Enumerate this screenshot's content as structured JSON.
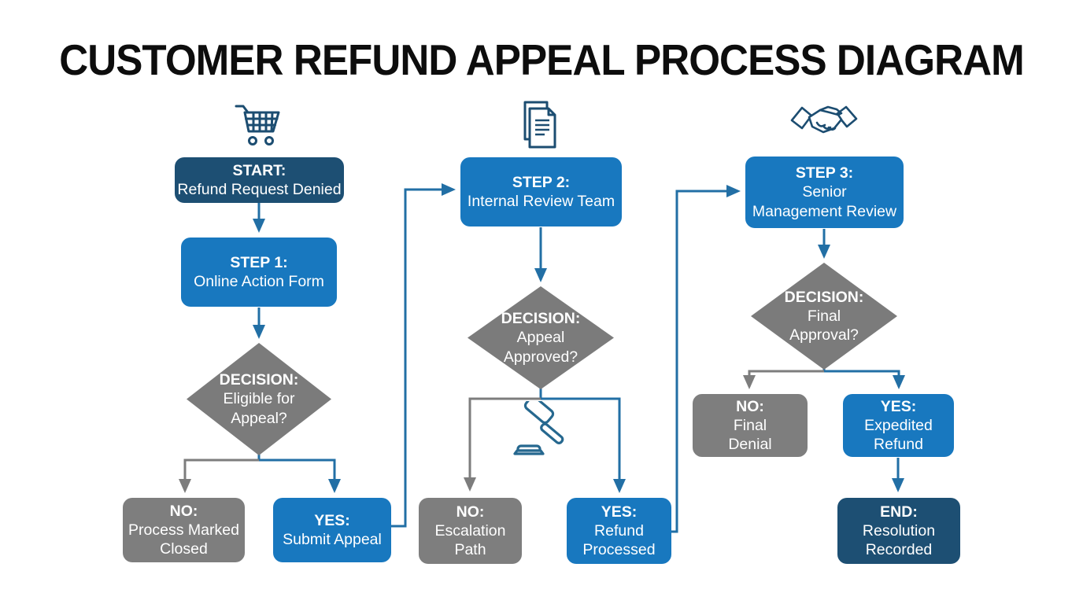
{
  "title": "CUSTOMER REFUND APPEAL PROCESS DIAGRAM",
  "colors": {
    "background": "#ffffff",
    "title_text": "#0d0d0d",
    "start_end_navy": "#1d4f73",
    "step_blue": "#1878bf",
    "decision_gray": "#7b7b7b",
    "no_box_gray": "#7e7e7e",
    "arrow_blue": "#226fa5",
    "arrow_gray": "#7d7d7d",
    "node_text": "#ffffff",
    "icon_outline_navy": "#1c4d71",
    "gavel_outline_blue": "#26688f"
  },
  "icons": {
    "column1": "shopping-cart-icon",
    "column2": "documents-icon",
    "column2_extra": "gavel-icon",
    "column3": "handshake-icon"
  },
  "nodes": {
    "start": {
      "title": "START:",
      "lines": [
        "Refund Request Denied"
      ]
    },
    "step1": {
      "title": "STEP 1:",
      "lines": [
        "Online Action Form"
      ]
    },
    "decision1": {
      "title": "DECISION:",
      "lines": [
        "Eligible for",
        "Appeal?"
      ]
    },
    "no1": {
      "title": "NO:",
      "lines": [
        "Process Marked",
        "Closed"
      ]
    },
    "yes1": {
      "title": "YES:",
      "lines": [
        "Submit Appeal"
      ]
    },
    "step2": {
      "title": "STEP 2:",
      "lines": [
        "Internal Review Team"
      ]
    },
    "decision2": {
      "title": "DECISION:",
      "lines": [
        "Appeal",
        "Approved?"
      ]
    },
    "no2": {
      "title": "NO:",
      "lines": [
        "Escalation",
        "Path"
      ]
    },
    "yes2": {
      "title": "YES:",
      "lines": [
        "Refund",
        "Processed"
      ]
    },
    "step3": {
      "title": "STEP 3:",
      "lines": [
        "Senior",
        "Management Review"
      ]
    },
    "decision3": {
      "title": "DECISION:",
      "lines": [
        "Final",
        "Approval?"
      ]
    },
    "no3": {
      "title": "NO:",
      "lines": [
        "Final",
        "Denial"
      ]
    },
    "yes3": {
      "title": "YES:",
      "lines": [
        "Expedited",
        "Refund"
      ]
    },
    "end": {
      "title": "END:",
      "lines": [
        "Resolution",
        "Recorded"
      ]
    }
  }
}
